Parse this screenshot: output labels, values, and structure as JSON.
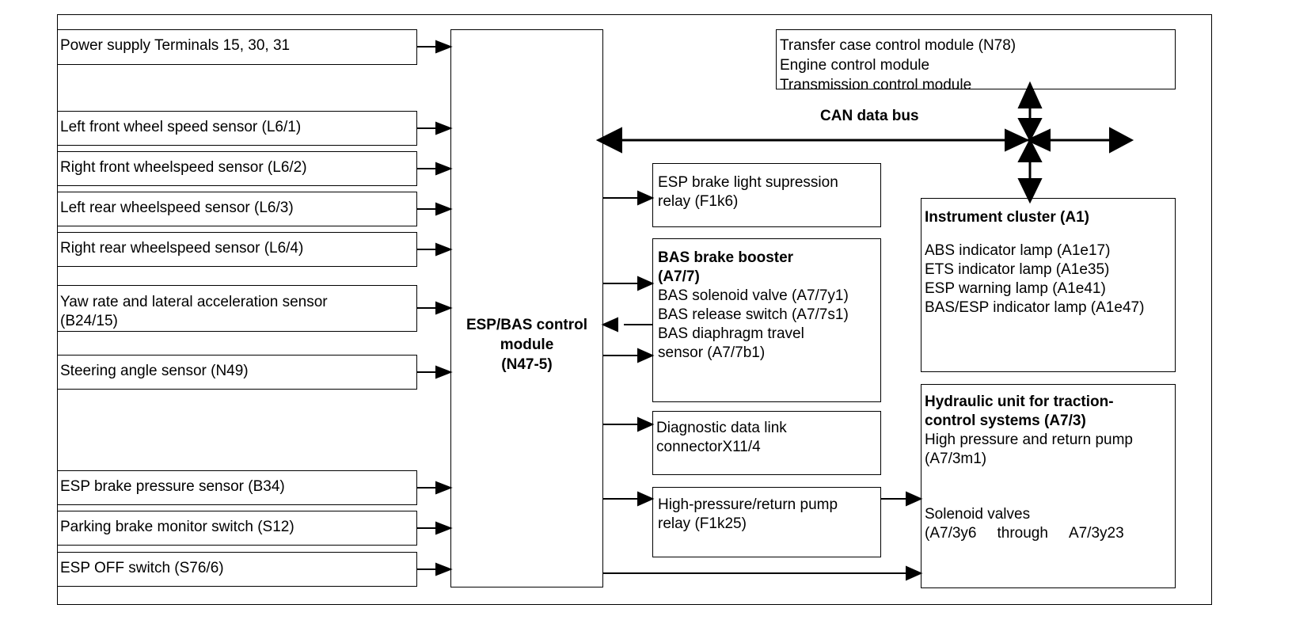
{
  "inputs": [
    {
      "lines": [
        "Power supply Terminals 15, 30, 31"
      ]
    },
    {
      "lines": [
        "Left front wheel speed sensor (L6/1)"
      ]
    },
    {
      "lines": [
        "Right front wheelspeed sensor (L6/2)"
      ]
    },
    {
      "lines": [
        "Left rear wheelspeed sensor (L6/3)"
      ]
    },
    {
      "lines": [
        "Right rear wheelspeed sensor (L6/4)"
      ]
    },
    {
      "lines": [
        "Yaw rate and lateral acceleration sensor",
        "(B24/15)"
      ]
    },
    {
      "lines": [
        "Steering angle sensor (N49)"
      ]
    },
    {
      "lines": [
        "ESP brake pressure sensor (B34)"
      ]
    },
    {
      "lines": [
        "Parking brake monitor switch (S12)"
      ]
    },
    {
      "lines": [
        "ESP OFF switch (S76/6)"
      ]
    }
  ],
  "control_module": {
    "lines": [
      "ESP/BAS control",
      "module",
      "(N47-5)"
    ]
  },
  "can_bus": {
    "label": "CAN data bus"
  },
  "can_modules": {
    "lines": [
      "Transfer case control module (N78)",
      "Engine control module",
      "Transmission control module"
    ]
  },
  "outputs": {
    "brake_light_relay": {
      "lines": [
        "ESP brake light supression",
        "relay (F1k6)"
      ]
    },
    "bas": {
      "title": [
        "BAS brake booster",
        "(A7/7)"
      ],
      "lines": [
        "BAS solenoid valve (A7/7y1)",
        "BAS release switch (A7/7s1)",
        "BAS diaphragm travel",
        "sensor (A7/7b1)"
      ]
    },
    "diagnostic": {
      "lines": [
        "Diagnostic data link",
        "connectorX11/4"
      ]
    },
    "pump_relay": {
      "lines": [
        "High-pressure/return pump",
        "relay (F1k25)"
      ]
    }
  },
  "instrument_cluster": {
    "title": "Instrument cluster (A1)",
    "lines": [
      "ABS indicator lamp (A1e17)",
      "ETS indicator lamp (A1e35)",
      "ESP warning lamp (A1e41)",
      "BAS/ESP indicator lamp (A1e47)"
    ]
  },
  "hydraulic_unit": {
    "title": [
      "Hydraulic unit for traction-",
      "control systems (A7/3)"
    ],
    "lines": [
      "High pressure and return pump",
      "(A7/3m1)"
    ],
    "solenoid_label": "Solenoid valves",
    "solenoid_from": "(A7/3y6",
    "solenoid_through": "through",
    "solenoid_to": "A7/3y23"
  }
}
